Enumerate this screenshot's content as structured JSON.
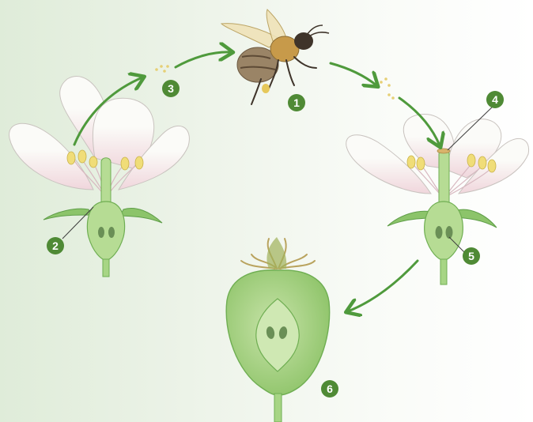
{
  "markers": {
    "bee": "1",
    "ovary_flower_1": "2",
    "pollen": "3",
    "stigma": "4",
    "ovary_flower_2": "5",
    "fruit": "6"
  },
  "colors": {
    "arrow": "#4f9a3c",
    "marker": "#4f8a35",
    "petal": "#fbfbf8",
    "petal_pink": "#f0d6dc",
    "green": "#9fcf7c",
    "green_dark": "#5f9e48",
    "stamen": "#f0dd78",
    "seed": "#6a8f56"
  },
  "icons": {
    "bee": "bee-icon",
    "pollen": "pollen-dots-icon",
    "arrow": "arrow-icon"
  }
}
